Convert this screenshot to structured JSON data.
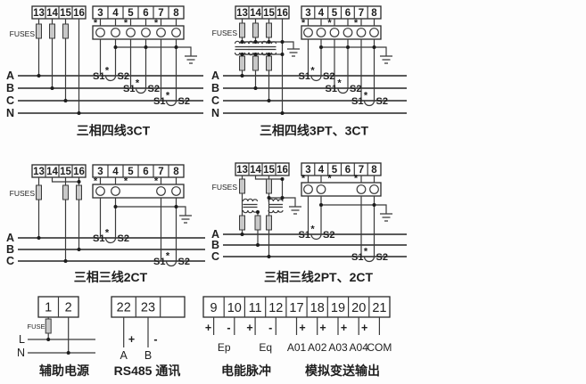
{
  "common": {
    "s1": "S1",
    "s2": "S2",
    "star": "*",
    "fuses_label": "FUSES"
  },
  "diagram1": {
    "title": "三相四线3CT",
    "voltage_terminals": [
      "13",
      "14",
      "15",
      "16"
    ],
    "current_terminals": [
      "3",
      "4",
      "5",
      "6",
      "7",
      "8"
    ],
    "phase_labels": [
      "A",
      "B",
      "C",
      "N"
    ]
  },
  "diagram2": {
    "title": "三相四线3PT、3CT",
    "voltage_terminals": [
      "13",
      "14",
      "15",
      "16"
    ],
    "current_terminals": [
      "3",
      "4",
      "5",
      "6",
      "7",
      "8"
    ],
    "phase_labels": [
      "A",
      "B",
      "C",
      "N"
    ]
  },
  "diagram3": {
    "title": "三相三线2CT",
    "voltage_terminals": [
      "13",
      "14",
      "15",
      "16"
    ],
    "current_terminals": [
      "3",
      "4",
      "5",
      "6",
      "7",
      "8"
    ],
    "phase_labels": [
      "A",
      "B",
      "C"
    ]
  },
  "diagram4": {
    "title": "三相三线2PT、2CT",
    "voltage_terminals": [
      "13",
      "14",
      "15",
      "16"
    ],
    "current_terminals": [
      "3",
      "4",
      "5",
      "6",
      "7",
      "8"
    ],
    "phase_labels": [
      "A",
      "B",
      "C"
    ]
  },
  "aux_power": {
    "title": "辅助电源",
    "terminals": [
      "1",
      "2"
    ],
    "fuse_label": "FUSE",
    "line_labels": [
      "L",
      "N"
    ]
  },
  "rs485": {
    "title": "RS485 通讯",
    "terminals": [
      "22",
      "23"
    ],
    "polarity": [
      "+",
      "-"
    ],
    "wire_labels": [
      "A",
      "B"
    ]
  },
  "energy_pulse": {
    "title": "电能脉冲",
    "terminals": [
      "9",
      "10",
      "11",
      "12"
    ],
    "polarity": [
      "+",
      "-",
      "+",
      "-"
    ],
    "labels": [
      "Ep",
      "Eq"
    ]
  },
  "analog_output": {
    "title": "模拟变送输出",
    "terminals": [
      "17",
      "18",
      "19",
      "20",
      "21"
    ],
    "polarity": [
      "+",
      "+",
      "+",
      "+"
    ],
    "labels": [
      "A01",
      "A02",
      "A03",
      "A04",
      "COM"
    ]
  }
}
